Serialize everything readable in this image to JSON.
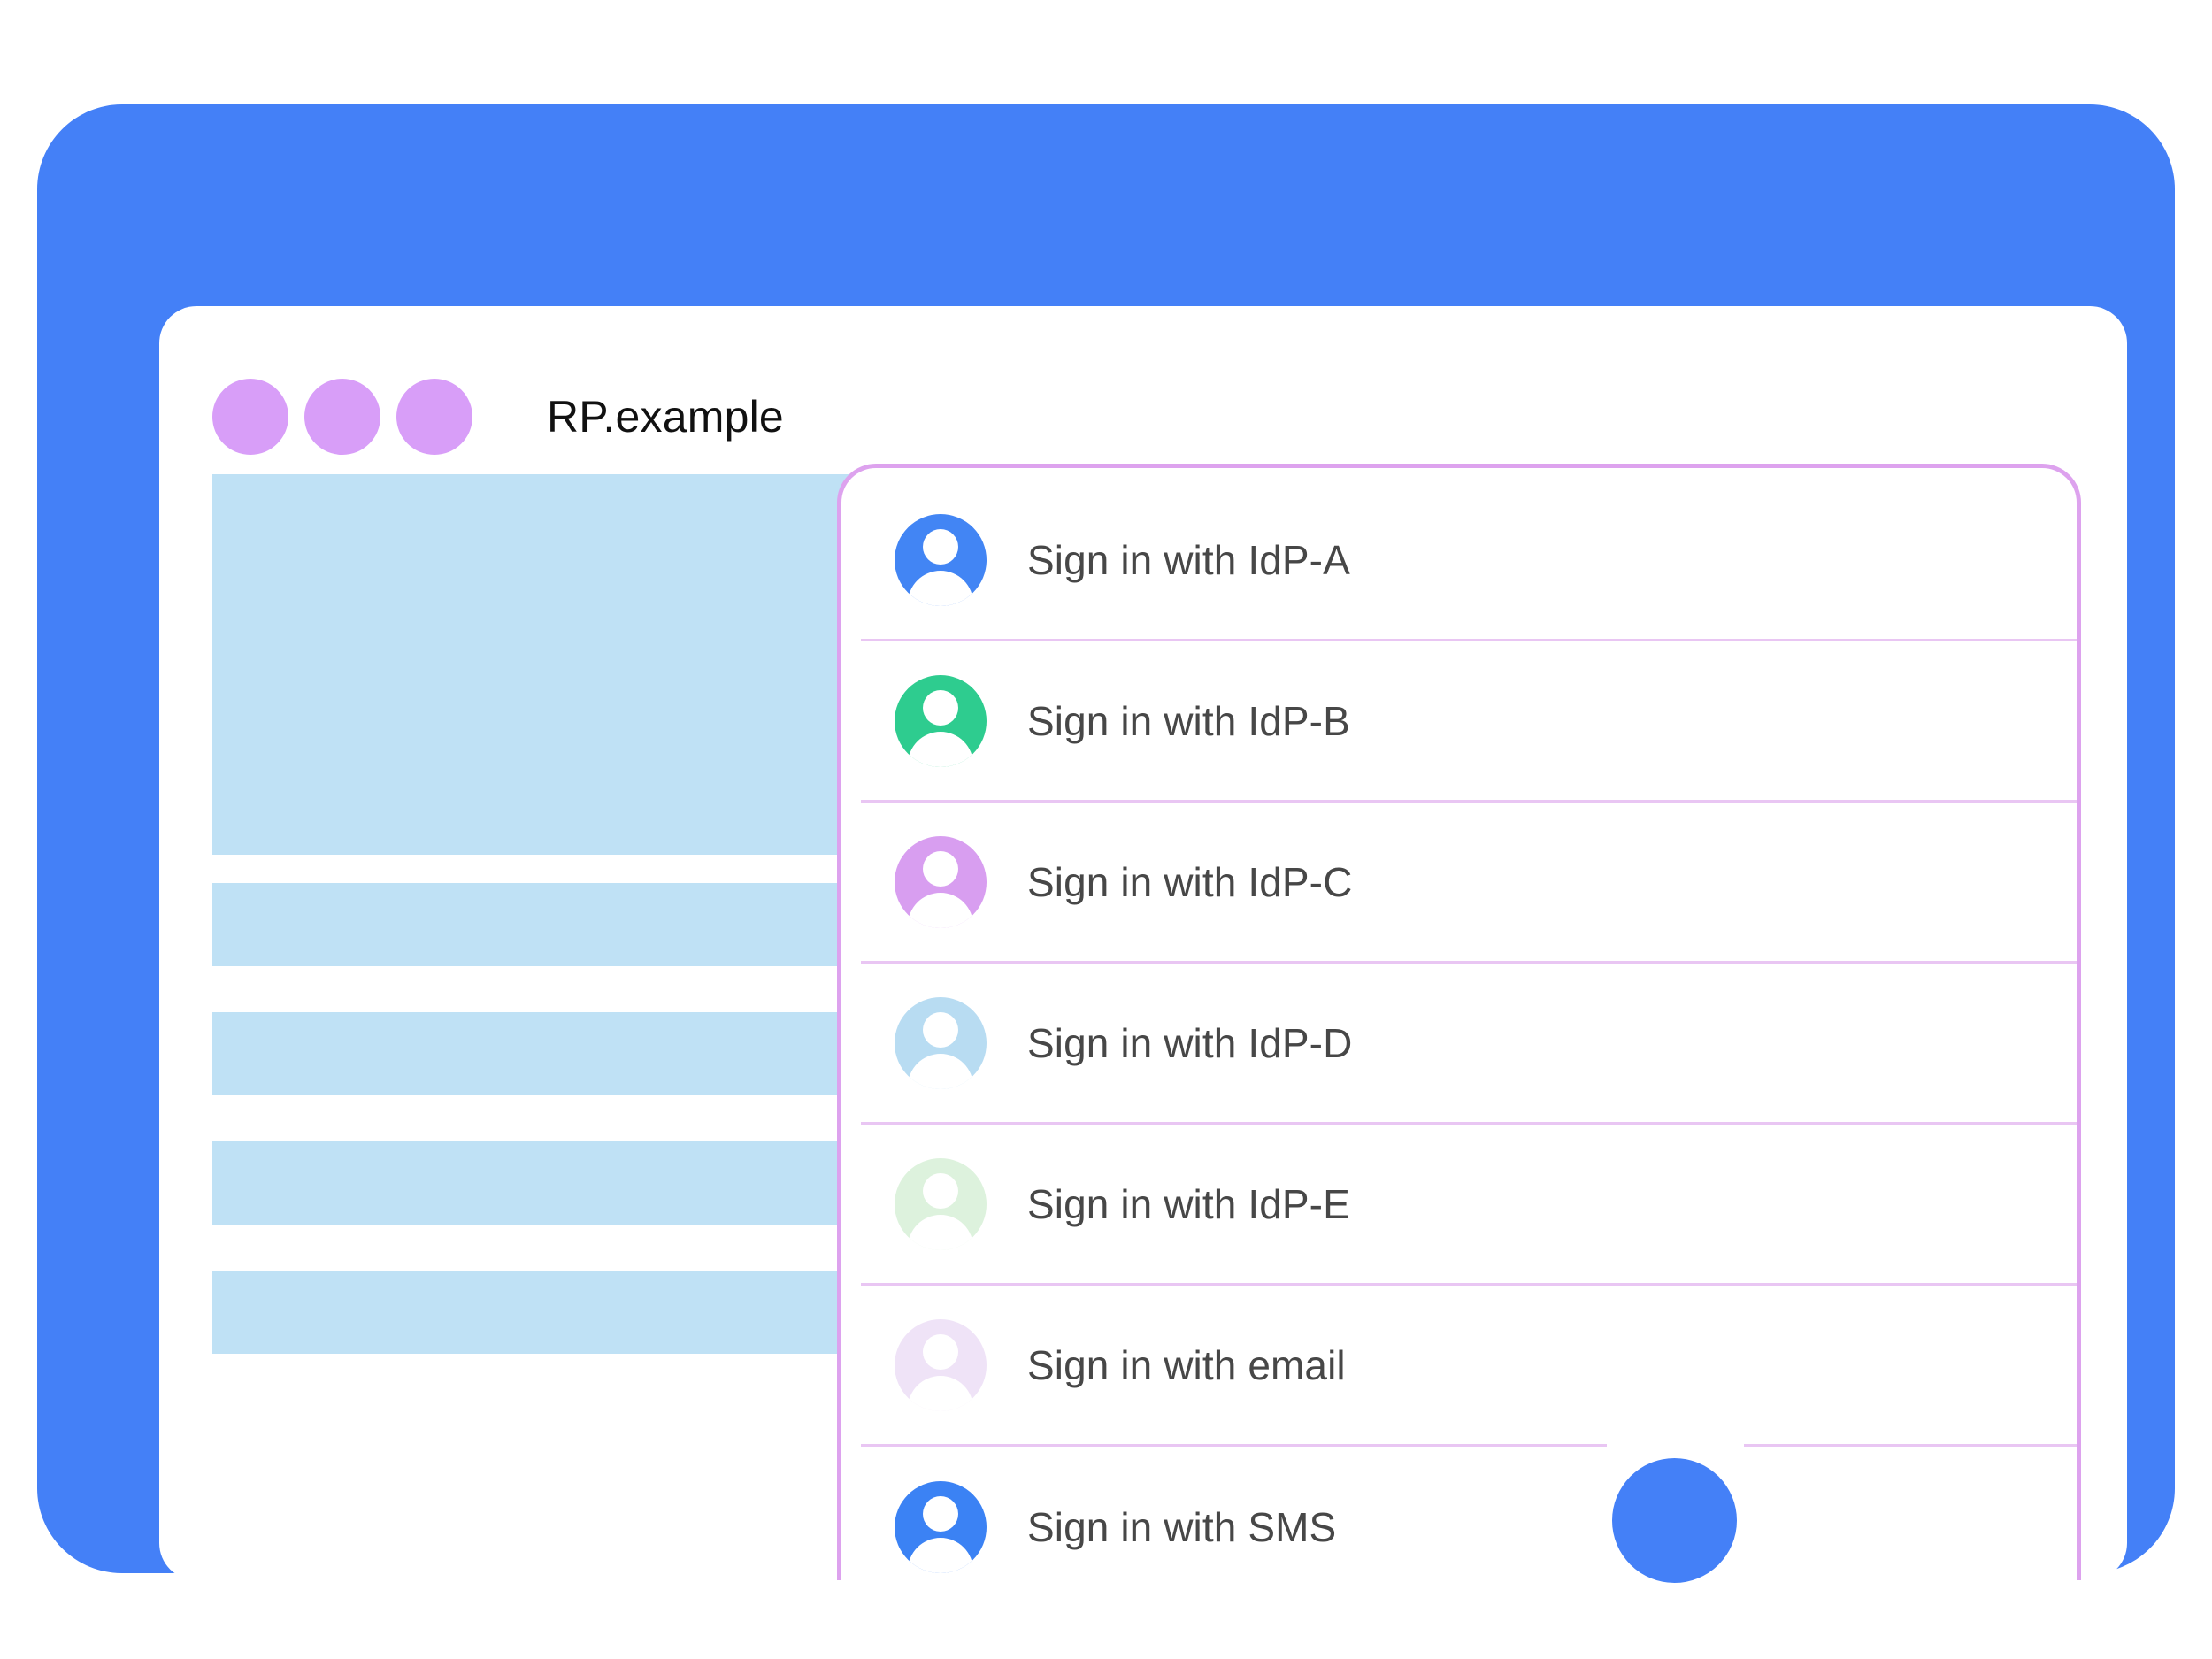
{
  "window": {
    "title": "RP.example",
    "dots": [
      "window-dot-1",
      "window-dot-2",
      "window-dot-3"
    ],
    "bezel_color": "#4480f7",
    "dot_color": "#d89ef8"
  },
  "content": {
    "placeholder_color": "#bfe1f5",
    "blocks": [
      {
        "name": "hero-placeholder",
        "kind": "hero"
      },
      {
        "name": "text-bar-placeholder-1",
        "kind": "bar"
      },
      {
        "name": "text-bar-placeholder-2",
        "kind": "bar"
      },
      {
        "name": "text-bar-placeholder-3",
        "kind": "bar"
      },
      {
        "name": "text-bar-placeholder-4",
        "kind": "bar"
      }
    ]
  },
  "account_chooser": {
    "border_color": "#dda2ee",
    "separator_color": "#e9c6f3",
    "label_color": "#474747",
    "accounts": [
      {
        "label": "Sign in with IdP-A",
        "icon": "user-avatar-icon",
        "color": "#4285f4"
      },
      {
        "label": "Sign in with IdP-B",
        "icon": "user-avatar-icon",
        "color": "#2ecc8f"
      },
      {
        "label": "Sign in with IdP-C",
        "icon": "user-avatar-icon",
        "color": "#d89ef0"
      },
      {
        "label": "Sign in with IdP-D",
        "icon": "user-avatar-icon",
        "color": "#b8dcf2"
      },
      {
        "label": "Sign in with IdP-E",
        "icon": "user-avatar-icon",
        "color": "#ddf2dd"
      },
      {
        "label": "Sign in with email",
        "icon": "user-avatar-icon",
        "color": "#efe3f7"
      },
      {
        "label": "Sign in with SMS",
        "icon": "user-avatar-icon",
        "color": "#3b82f4"
      }
    ]
  }
}
